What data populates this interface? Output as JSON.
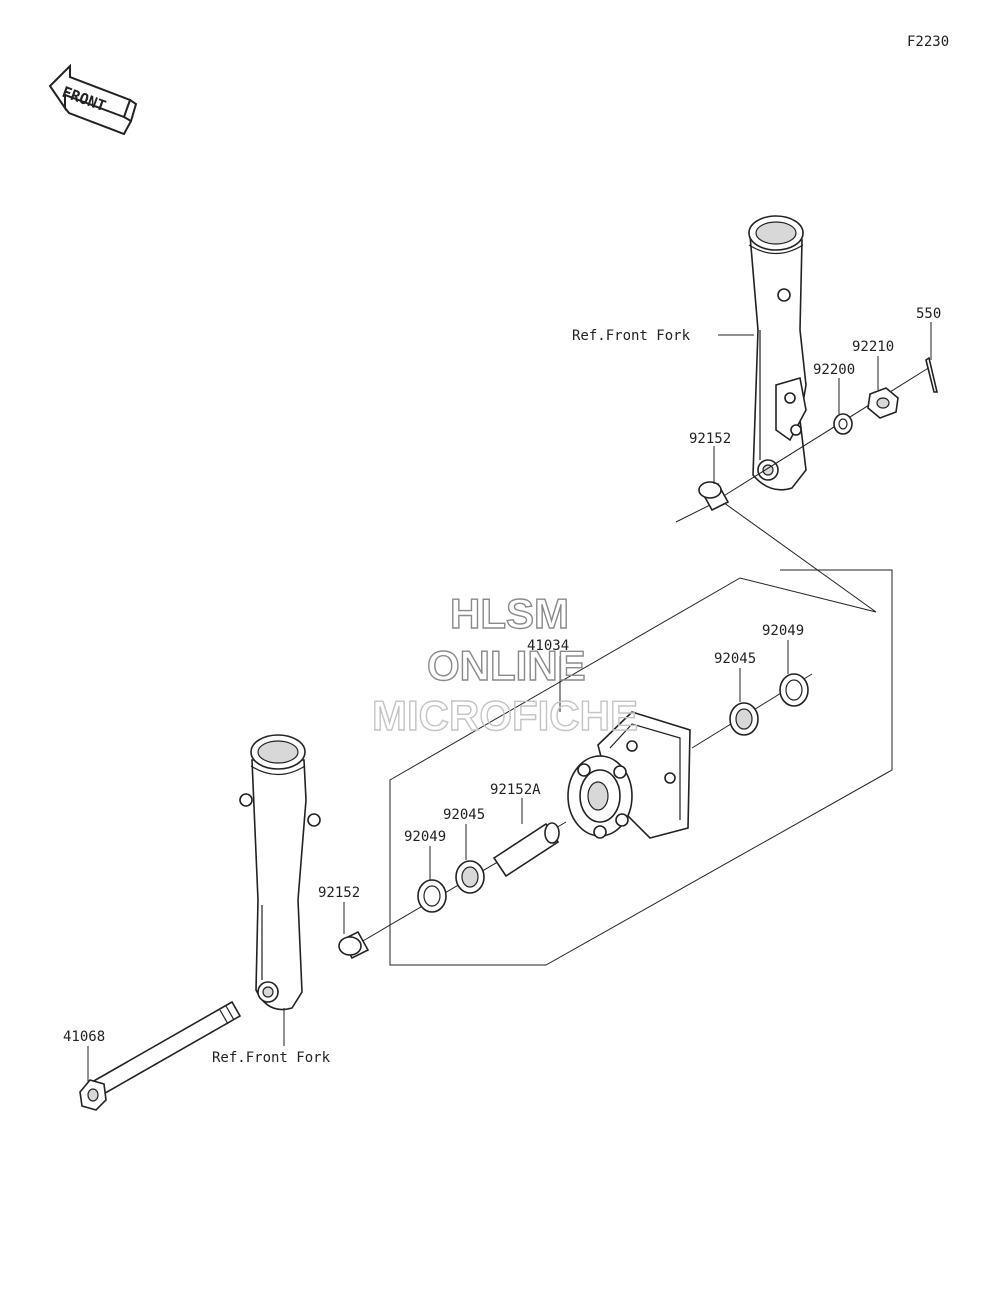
{
  "figure_code": "F2230",
  "front_arrow_label": "FRONT",
  "watermark": {
    "line1": "HLSM",
    "line2": "ONLINE",
    "line3": "MICROFICHE"
  },
  "labels": {
    "part_550": "550",
    "part_92210": "92210",
    "part_92200": "92200",
    "part_92152_right": "92152",
    "ref_fork_right": "Ref.Front Fork",
    "part_41034": "41034",
    "part_92049_right": "92049",
    "part_92045_right": "92045",
    "part_92152A": "92152A",
    "part_92045_left": "92045",
    "part_92049_left": "92049",
    "part_92152_left": "92152",
    "part_41068": "41068",
    "ref_fork_left": "Ref.Front Fork"
  }
}
